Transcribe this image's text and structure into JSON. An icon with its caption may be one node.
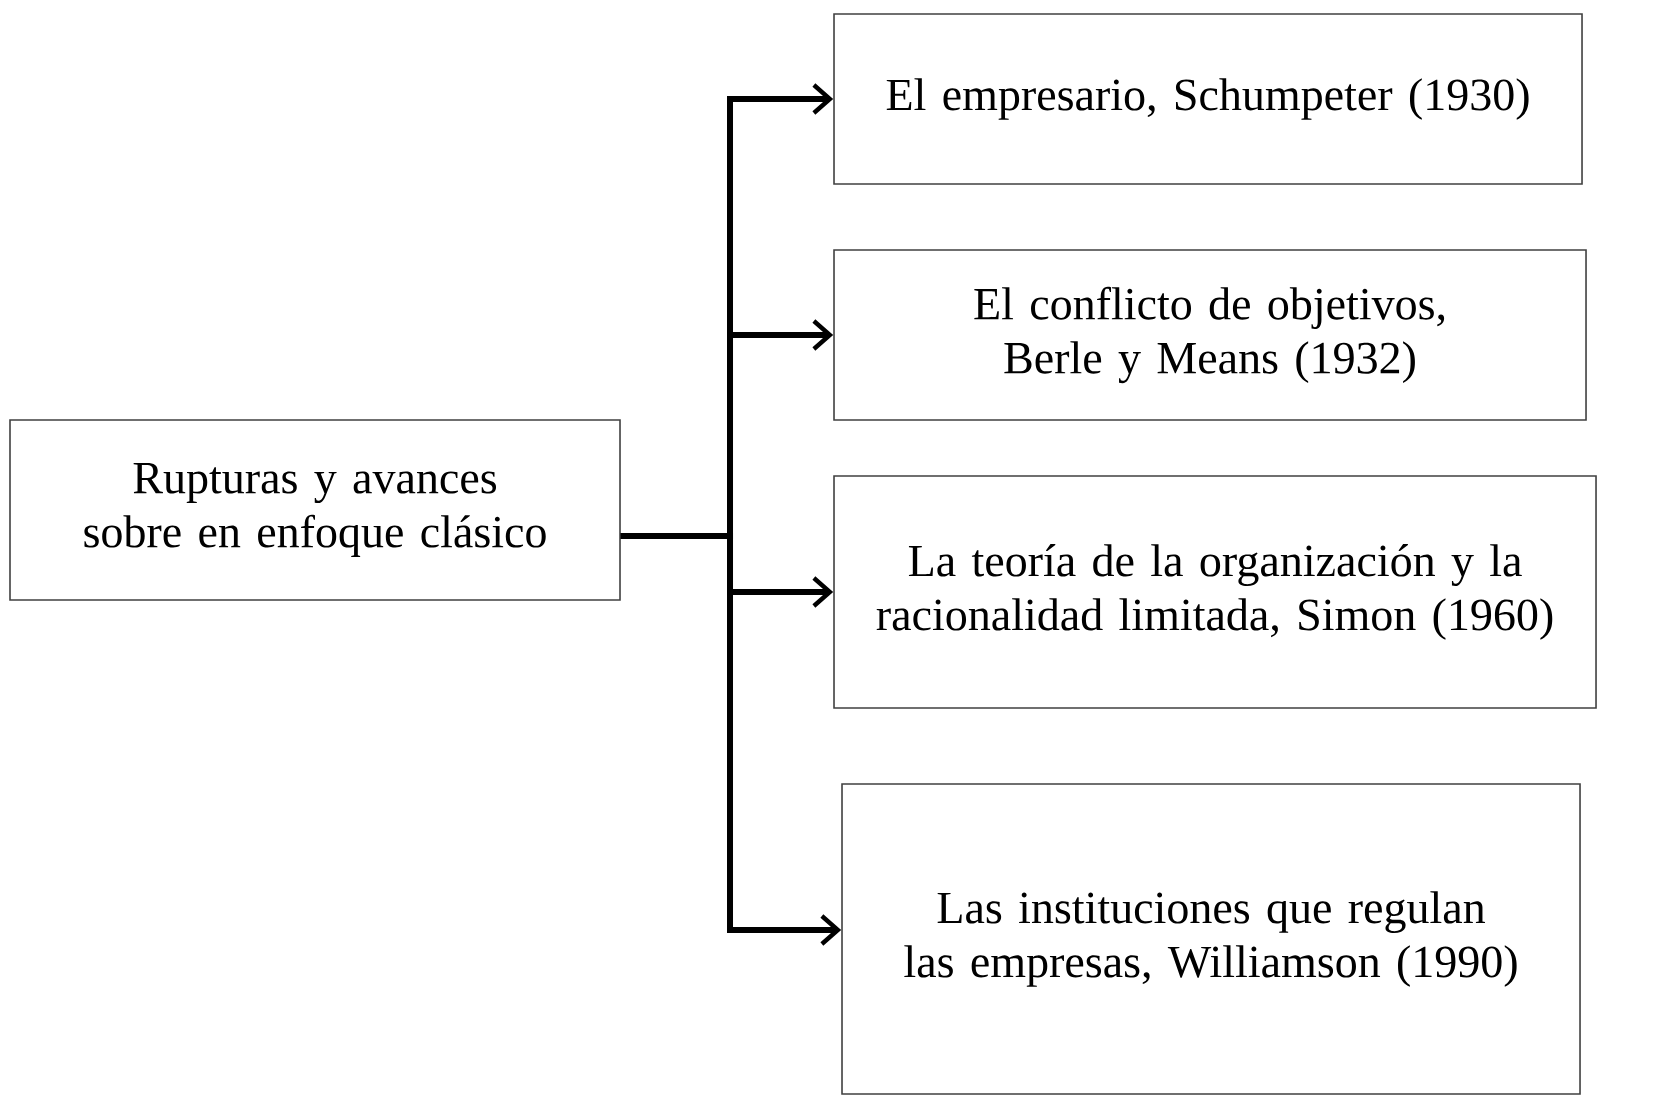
{
  "diagram": {
    "nodes": [
      {
        "text": [
          "Rupturas y avances sobre en enfoque clásico"
        ]
      },
      {
        "text": [
          "El empresario, Schumpeter (1930)"
        ]
      },
      {
        "text": [
          "El conflicto de objetivos, Berle y Means (1932)"
        ]
      },
      {
        "text": [
          "La teoría de la organización y la racionalidad limitada, Simon (1960)"
        ]
      },
      {
        "text": [
          "Las instituciones que regulan las empresas, Williamson (1990)"
        ]
      }
    ],
    "edges": [
      {
        "from": 0,
        "to": 1,
        "arrow": "to"
      },
      {
        "from": 0,
        "to": 2,
        "arrow": "to"
      },
      {
        "from": 0,
        "to": 3,
        "arrow": "to"
      },
      {
        "from": 0,
        "to": 4,
        "arrow": "to"
      }
    ]
  }
}
